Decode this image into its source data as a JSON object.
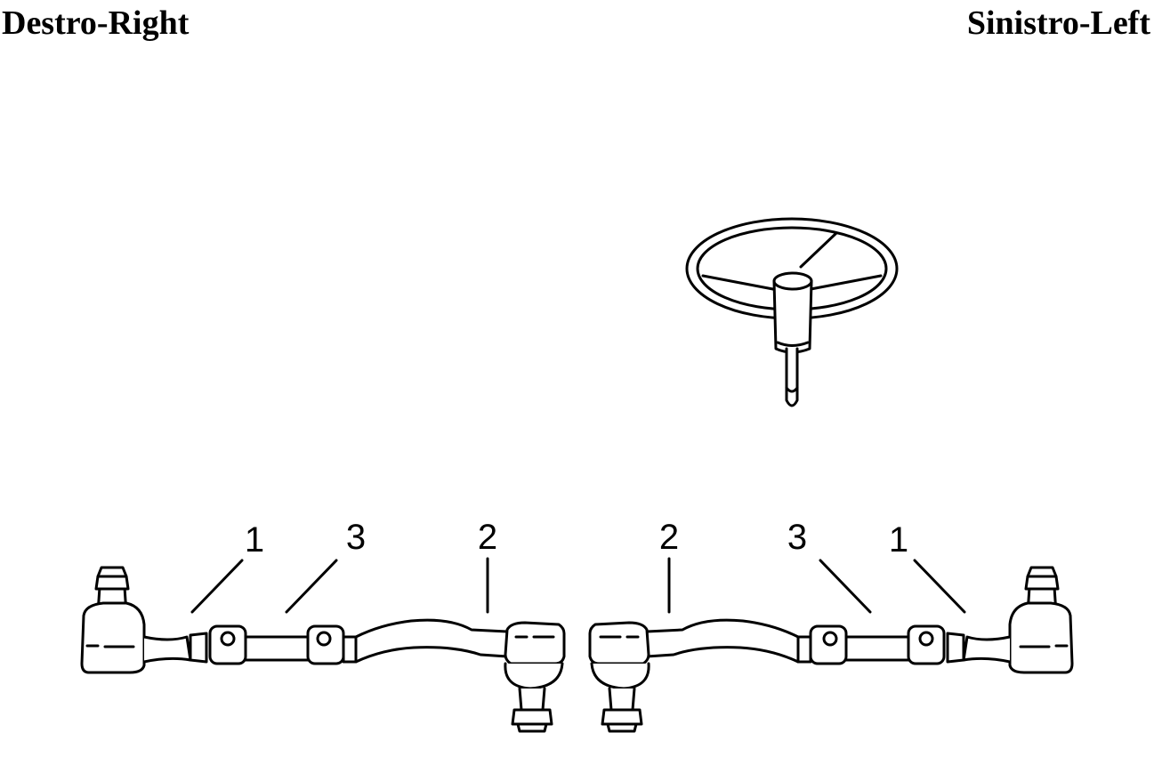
{
  "headings": {
    "right_side": "Destro-Right",
    "left_side": "Sinistro-Left"
  },
  "callouts": {
    "right": [
      "1",
      "3",
      "2"
    ],
    "left": [
      "2",
      "3",
      "1"
    ]
  },
  "colors": {
    "ink": "#000000",
    "paper": "#ffffff"
  }
}
